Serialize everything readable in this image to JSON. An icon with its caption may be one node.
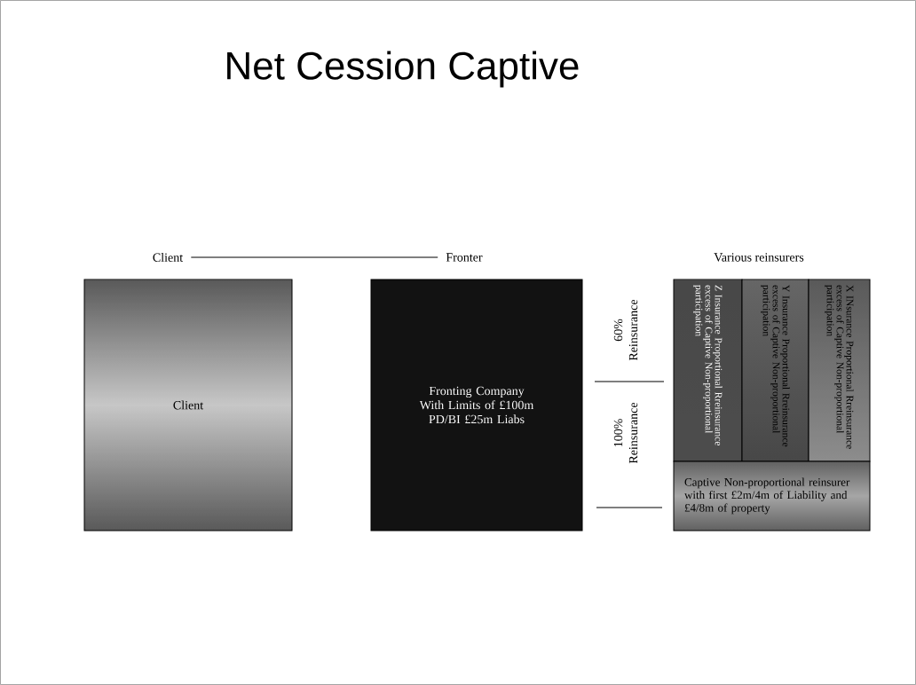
{
  "diagram": {
    "title": "Net Cession Captive",
    "nodes": [
      {
        "text": [
          "Client"
        ]
      },
      {
        "text": [
          "Fronter"
        ]
      },
      {
        "text": [
          "Client"
        ]
      },
      {
        "text": [
          "Fronting Company With Limits of £100m PD/BI £25m Liabs"
        ]
      },
      {
        "text": [
          "Z Insurance Proportional Rreinsurance excess of Captive Non-proportional participation"
        ]
      },
      {
        "text": [
          "Y Insurance Proportional Rreinsurance excess of Captive Non-proportional participation"
        ]
      },
      {
        "text": [
          "X INsurance Proportional Rreinsurance excess of Captive Non-proportional participation"
        ]
      },
      {
        "text": [
          "Captive Non-proportional reinsurer with first £2m/4m of Liability and £4/8m of property"
        ]
      }
    ],
    "edges": [
      {
        "from": 0,
        "to": 1,
        "arrow": "none"
      }
    ],
    "labels": [
      "Various reinsurers",
      "60% Reinsurance",
      "100% Reinsurance"
    ]
  }
}
